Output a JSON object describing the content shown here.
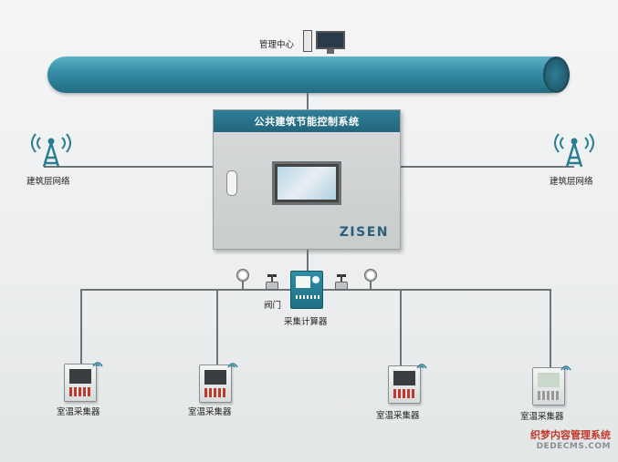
{
  "diagram": {
    "management_center": "管理中心",
    "system_title": "公共建筑节能控制系统",
    "brand": "ZISEN",
    "building_network_left": "建筑层网络",
    "building_network_right": "建筑层网络",
    "valve_label": "阀门",
    "calculator_label": "采集计算器",
    "collectors": [
      {
        "label": "室温采集器"
      },
      {
        "label": "室温采集器"
      },
      {
        "label": "室温采集器"
      },
      {
        "label": "室温采集器"
      }
    ]
  },
  "watermark": {
    "line1": "织梦内容管理系统",
    "line2": "DEDECMS.COM"
  },
  "colors": {
    "pipe": "#3b93aa",
    "cabinet_header": "#2a6f87",
    "brand_text": "#2a5f7b",
    "watermark_red": "#c0392b"
  }
}
